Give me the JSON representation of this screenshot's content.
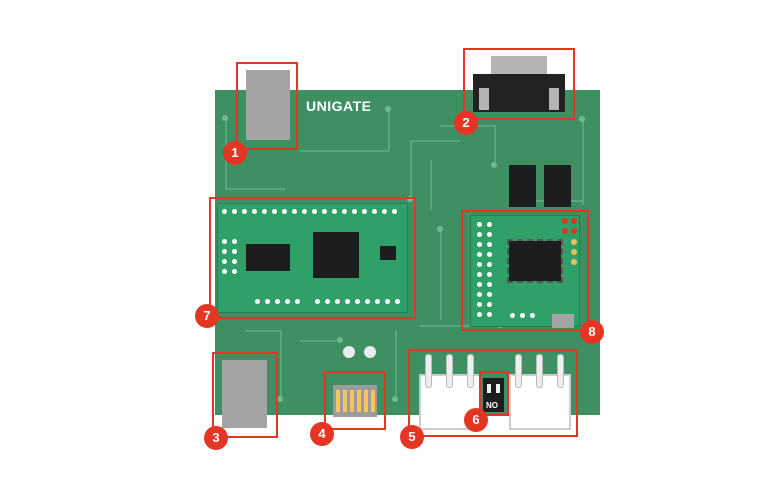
{
  "board": {
    "name": "UNIGATE",
    "switch_label": "NO"
  },
  "components": [
    {
      "number": "1"
    },
    {
      "number": "2"
    },
    {
      "number": "3"
    },
    {
      "number": "4"
    },
    {
      "number": "5"
    },
    {
      "number": "6"
    },
    {
      "number": "7"
    },
    {
      "number": "8"
    }
  ],
  "colors": {
    "board": "#3e8f62",
    "trace": "#58a77b",
    "highlight": "#e53524",
    "module": "#2fa068",
    "chip": "#1d1d1d",
    "connector_gray": "#a4a4a4",
    "led_red": "#e5351f",
    "led_yellow": "#e8c25a"
  }
}
